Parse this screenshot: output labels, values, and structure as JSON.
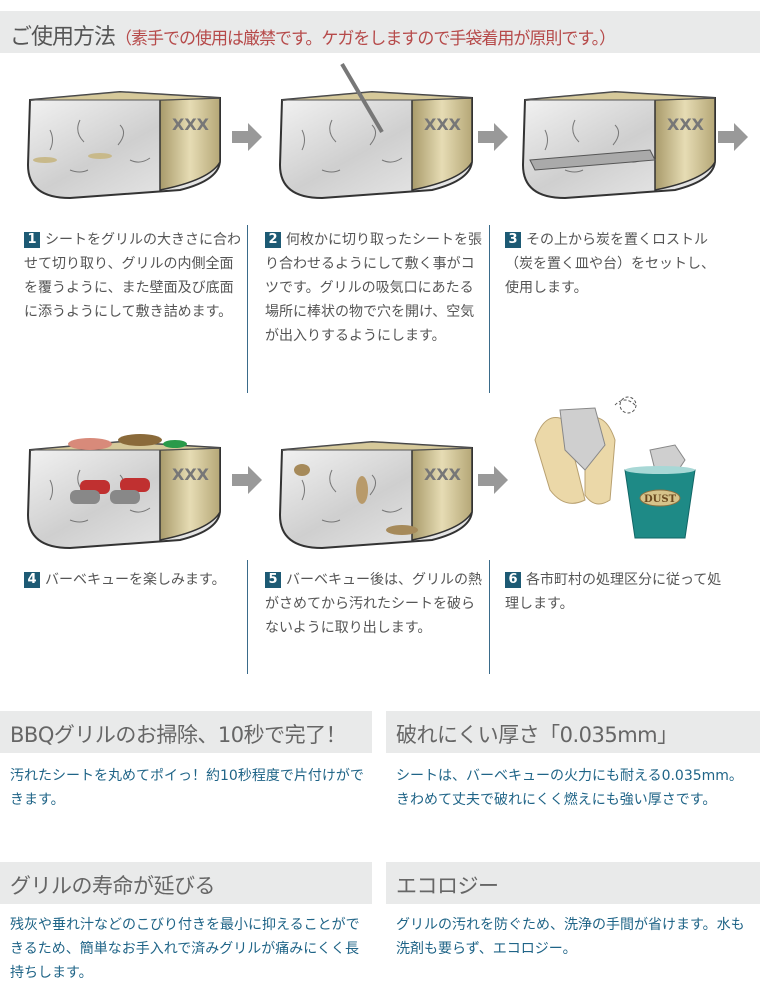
{
  "header": {
    "title": "ご使用方法",
    "note": "（素手での使用は厳禁です。ケガをしますので手袋着用が原則です。）"
  },
  "colors": {
    "header_bg": "#e9eaea",
    "note_red": "#b64a4a",
    "step_badge": "#1d5a74",
    "feature_text": "#1f6487",
    "divider": "#3a6b8a",
    "grill_gold": "#c8b98a",
    "dust_can": "#1e8a86"
  },
  "steps": [
    {
      "num": "1",
      "text": "シートをグリルの大きさに合わせて切り取り、グリルの内側全面を覆うように、また壁面及び底面に添うようにして敷き詰めます。",
      "icon": "grill-lined-icon"
    },
    {
      "num": "2",
      "text": "何枚かに切り取ったシートを張り合わせるようにして敷く事がコツです。グリルの吸気口にあたる場所に棒状の物で穴を開け、空気が出入りするようにします。",
      "icon": "grill-poke-hole-icon"
    },
    {
      "num": "3",
      "text": "その上から炭を置くロストル（炭を置く皿や台）をセットし、使用します。",
      "icon": "grill-rack-icon"
    },
    {
      "num": "4",
      "text": "バーベキューを楽しみます。",
      "icon": "grill-bbq-icon"
    },
    {
      "num": "5",
      "text": "バーベキュー後は、グリルの熱がさめてから汚れたシートを破らないように取り出します。",
      "icon": "grill-dirty-icon"
    },
    {
      "num": "6",
      "text": "各市町村の処理区分に従って処理します。",
      "icon": "dust-bin-icon"
    }
  ],
  "dust_label": "DUST",
  "grill_mark": "XXX",
  "features": [
    {
      "title": "BBQグリルのお掃除、10秒で完了！",
      "body": "汚れたシートを丸めてポイっ！約10秒程度で片付けができます。"
    },
    {
      "title": "破れにくい厚さ「0.035mm」",
      "body": "シートは、バーベキューの火力にも耐える0.035mm。きわめて丈夫で破れにくく燃えにも強い厚さです。"
    },
    {
      "title": "グリルの寿命が延びる",
      "body": "残灰や垂れ汁などのこびり付きを最小に抑えることができるため、簡単なお手入れで済みグリルが痛みにくく長持ちします。"
    },
    {
      "title": "エコロジー",
      "body": "グリルの汚れを防ぐため、洗浄の手間が省けます。水も洗剤も要らず、エコロジー。"
    }
  ]
}
